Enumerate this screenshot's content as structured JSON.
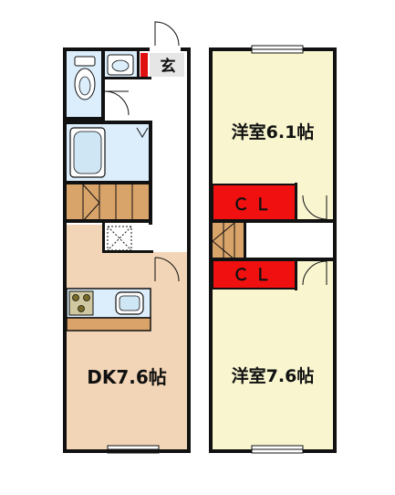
{
  "colors": {
    "wall": "#111111",
    "floor_western": "#f8f5cf",
    "floor_dk": "#f2d5b6",
    "floor_wet": "#dceefb",
    "stairs": "#d9a46a",
    "counter": "#d9a36a",
    "closet": "#f01010",
    "genkan_mark": "#e01010"
  },
  "labels": {
    "room_upper": "洋室6.1帖",
    "room_lower": "洋室7.6帖",
    "room_dk": "DK7.6帖",
    "closet_upper": "ＣＬ",
    "closet_lower": "ＣＬ",
    "entrance": "玄"
  },
  "icons": {
    "toilet": "toilet-icon",
    "washbasin": "washbasin-icon",
    "bathtub": "bathtub-icon",
    "stove": "stove-icon",
    "sink": "sink-icon",
    "vent": "vent-icon"
  }
}
